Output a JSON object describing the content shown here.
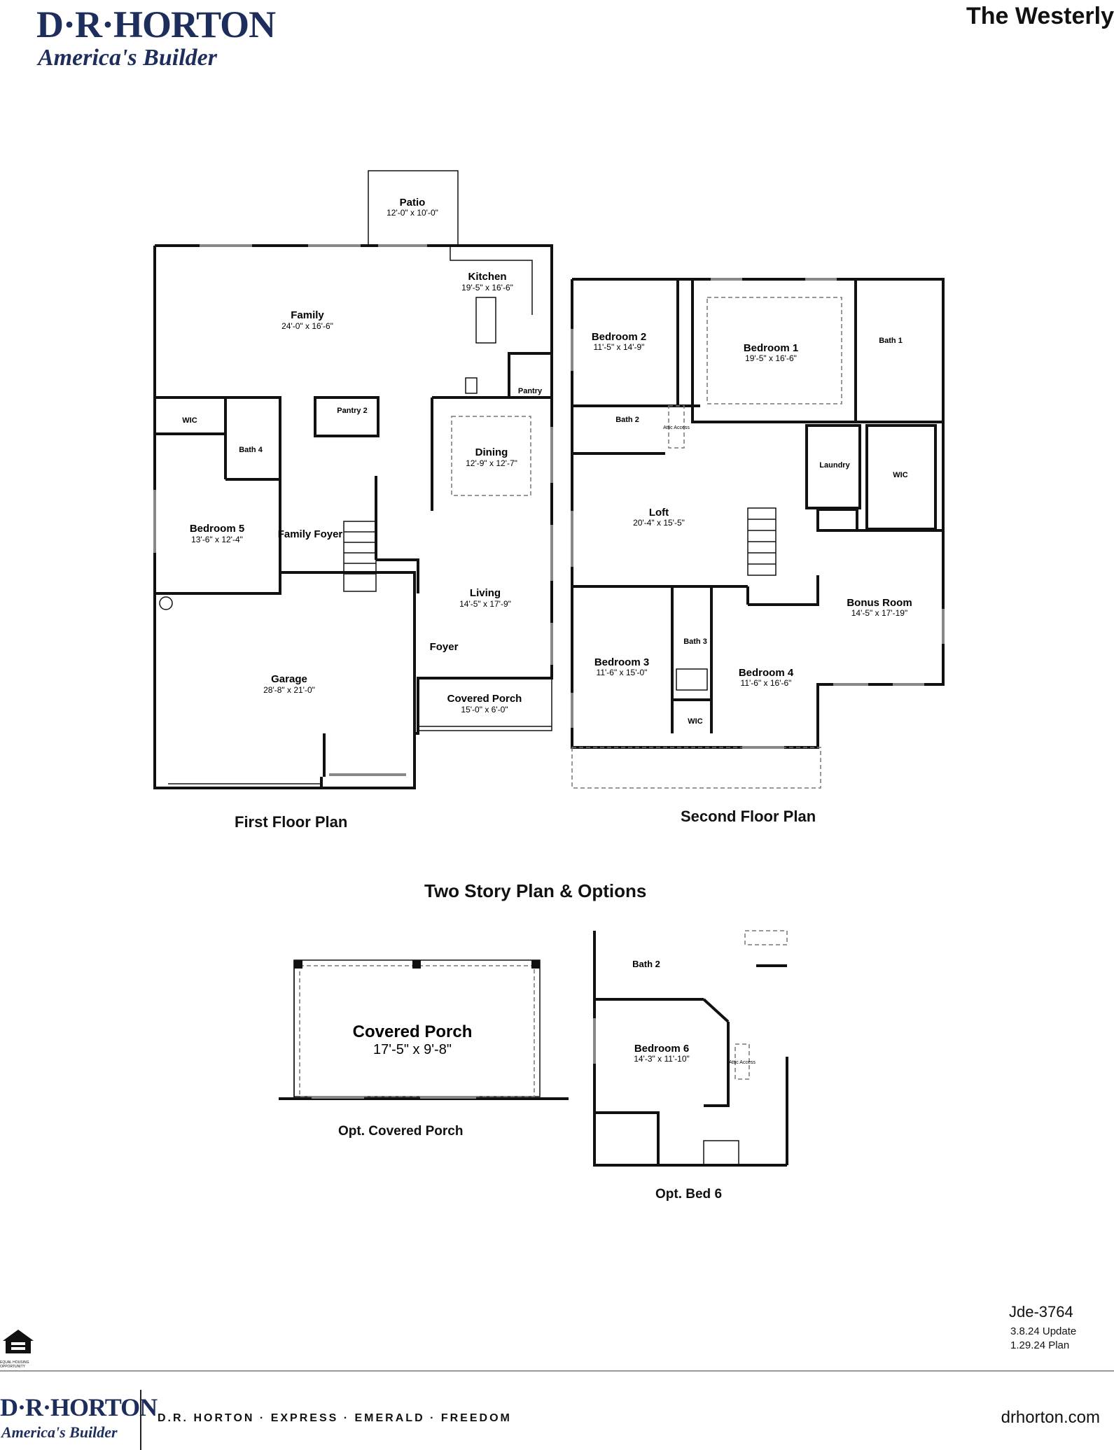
{
  "header": {
    "brand": "D·R·HORTON",
    "brand_tagline": "America's Builder",
    "plan_name": "The Westerly"
  },
  "first_floor": {
    "caption": "First Floor Plan",
    "rooms": [
      {
        "name": "Patio",
        "dims": "12'-0\" x 10'-0\""
      },
      {
        "name": "Kitchen",
        "dims": "19'-5\" x 16'-6\""
      },
      {
        "name": "Family",
        "dims": "24'-0\" x 16'-6\""
      },
      {
        "name": "Pantry"
      },
      {
        "name": "Pantry 2"
      },
      {
        "name": "WIC"
      },
      {
        "name": "Bath 4"
      },
      {
        "name": "Dining",
        "dims": "12'-9\" x 12'-7\""
      },
      {
        "name": "Bedroom 5",
        "dims": "13'-6\" x 12'-4\""
      },
      {
        "name": "Family Foyer"
      },
      {
        "name": "Living",
        "dims": "14'-5\" x 17'-9\""
      },
      {
        "name": "Foyer"
      },
      {
        "name": "Garage",
        "dims": "28'-8\" x 21'-0\""
      },
      {
        "name": "Covered Porch",
        "dims": "15'-0\" x 6'-0\""
      }
    ]
  },
  "second_floor": {
    "caption": "Second Floor Plan",
    "rooms": [
      {
        "name": "Bedroom 2",
        "dims": "11'-5\" x 14'-9\""
      },
      {
        "name": "Bedroom 1",
        "dims": "19'-5\" x 16'-6\""
      },
      {
        "name": "Bath 1"
      },
      {
        "name": "Bath 2"
      },
      {
        "name": "Attic Access"
      },
      {
        "name": "Laundry"
      },
      {
        "name": "WIC"
      },
      {
        "name": "Loft",
        "dims": "20'-4\" x 15'-5\""
      },
      {
        "name": "Bonus Room",
        "dims": "14'-5\" x 17'-19\""
      },
      {
        "name": "Bedroom 3",
        "dims": "11'-6\" x 15'-0\""
      },
      {
        "name": "Bath 3"
      },
      {
        "name": "Bedroom 4",
        "dims": "11'-6\" x 16'-6\""
      },
      {
        "name": "WIC"
      }
    ]
  },
  "options": {
    "heading": "Two Story Plan & Options",
    "covered_porch": {
      "name": "Covered Porch",
      "dims": "17'-5\" x 9'-8\"",
      "caption": "Opt. Covered Porch"
    },
    "bed6": {
      "bath": "Bath 2",
      "name": "Bedroom 6",
      "dims": "14'-3\" x 11'-10\"",
      "attic": "Attic Access",
      "caption": "Opt. Bed 6"
    }
  },
  "plan_info": {
    "code": "Jde-3764",
    "update": "3.8.24 Update",
    "plan_date": "1.29.24 Plan"
  },
  "footer": {
    "brand": "D·R·HORTON",
    "brand_tagline": "America's Builder",
    "brands_line": "D.R. HORTON · EXPRESS · EMERALD · FREEDOM",
    "website": "drhorton.com",
    "eho_text": "EQUAL HOUSING OPPORTUNITY"
  }
}
